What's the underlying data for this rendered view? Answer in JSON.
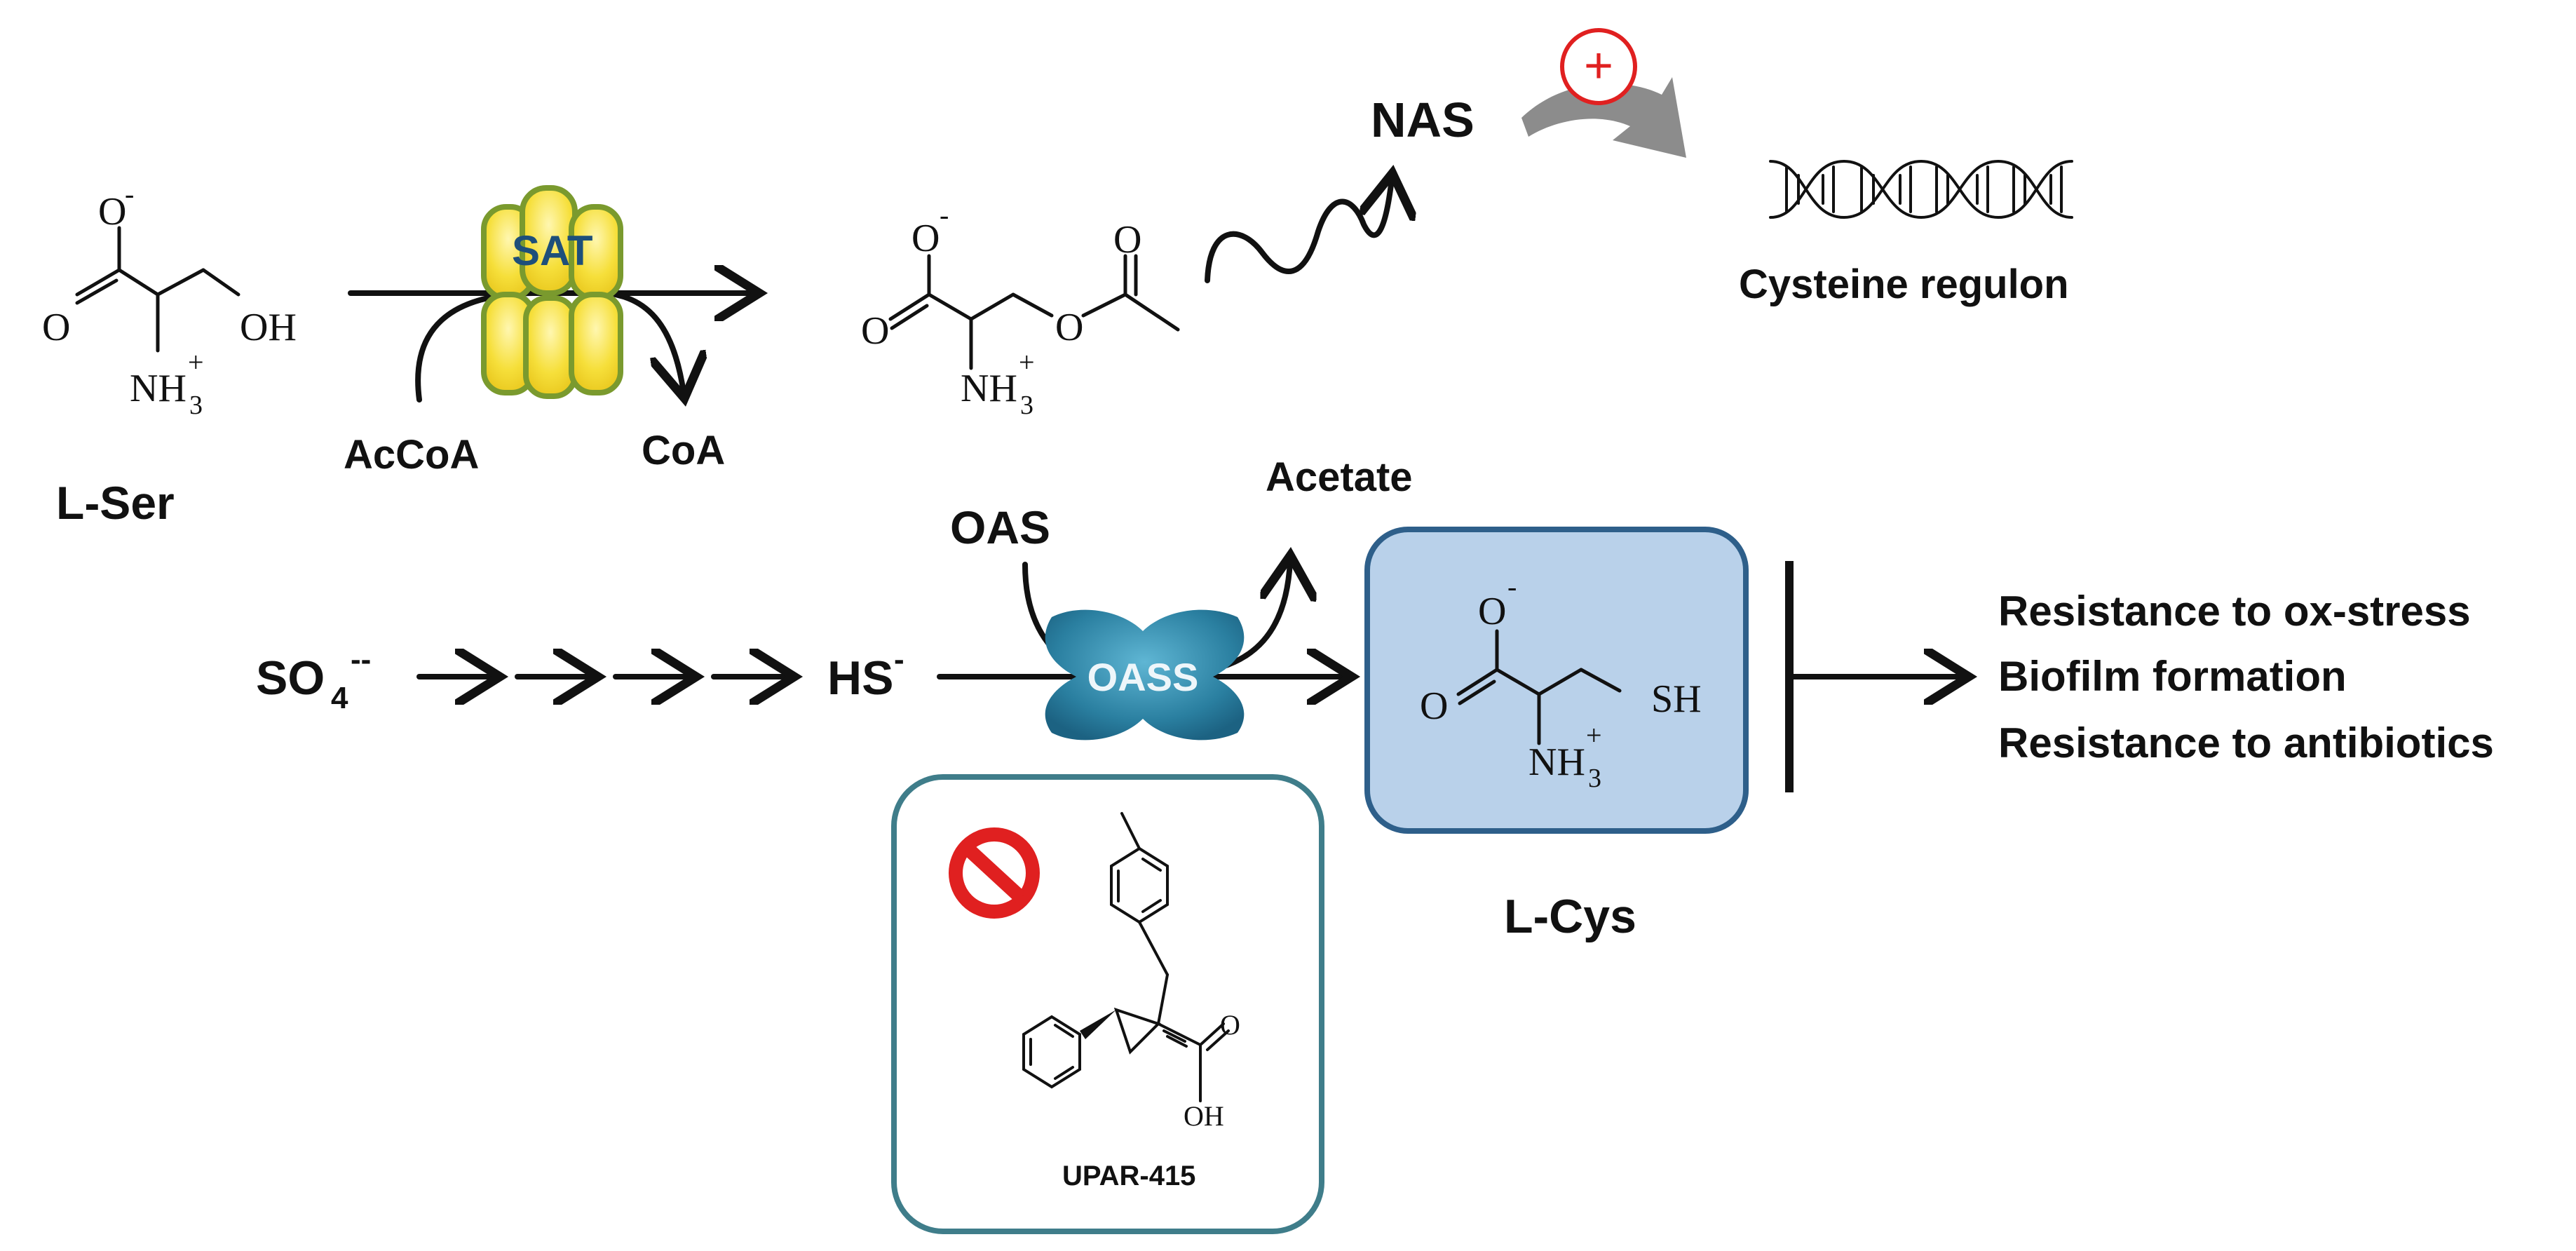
{
  "substrates": {
    "lser": "L-Ser",
    "acoa": "AcCoA",
    "coa": "CoA",
    "oas": "OAS",
    "acetate": "Acetate",
    "nas": "NAS",
    "sulfate": "SO",
    "sulfate_sub": "4",
    "sulfate_sup": "--",
    "hs": "HS",
    "hs_sup": "-",
    "lcys": "L-Cys"
  },
  "enzymes": {
    "sat": "SAT",
    "oass": "OASS"
  },
  "regulon": {
    "plus": "+",
    "label": "Cysteine regulon"
  },
  "outcomes": [
    "Resistance to ox-stress",
    "Biofilm formation",
    "Resistance to antibiotics"
  ],
  "inhibitor": {
    "name": "UPAR-415",
    "oh": "OH",
    "o": "O"
  },
  "chem_labels": {
    "o_minus": "O",
    "minus": "-",
    "o": "O",
    "oh": "OH",
    "nh": "NH",
    "sub3": "3",
    "plus": "+",
    "sh": "SH"
  },
  "colors": {
    "sat_fill": "#f6df3a",
    "sat_stroke": "#7a9a2e",
    "oass_fill": "#2a7fa0",
    "lcys_box_fill": "#b9d1ea",
    "lcys_box_stroke": "#2e5f8a",
    "inhibitor_box_stroke": "#3f7d8a",
    "plus_red": "#e02020",
    "gray_arrow": "#8c8c8c"
  },
  "icons": [
    "dna-helix-icon",
    "no-entry-icon",
    "plus-circle-icon"
  ]
}
